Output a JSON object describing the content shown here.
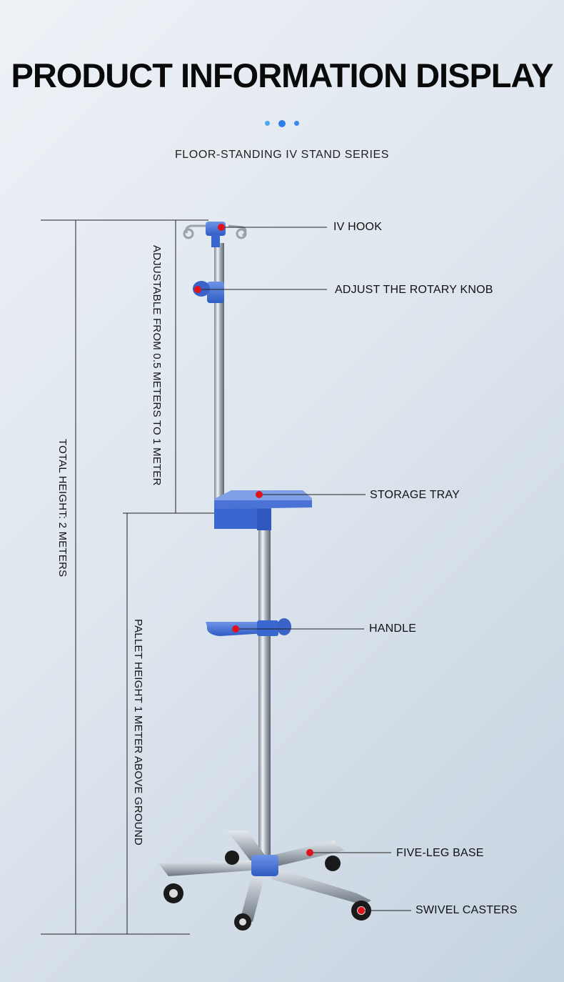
{
  "header": {
    "title": "PRODUCT INFORMATION DISPLAY",
    "subtitle": "FLOOR-STANDING IV STAND SERIES"
  },
  "callouts": {
    "iv_hook": "IV HOOK",
    "rotary_knob": "ADJUST THE ROTARY KNOB",
    "storage_tray": "STORAGE TRAY",
    "handle": "HANDLE",
    "five_leg_base": "FIVE-LEG BASE",
    "swivel_casters": "SWIVEL CASTERS"
  },
  "dimensions": {
    "total_height": "TOTAL HEIGHT: 2 METERS",
    "adjustable_range": "ADJUSTABLE FROM 0.5 METERS TO 1 METER",
    "pallet_height": "PALLET HEIGHT 1 METER ABOVE GROUND"
  },
  "colors": {
    "accent_blue": "#3f6fd6",
    "marker_red": "#e0121b",
    "dot_light": "#4aa9f0",
    "dot_mid": "#2f7ee8"
  }
}
